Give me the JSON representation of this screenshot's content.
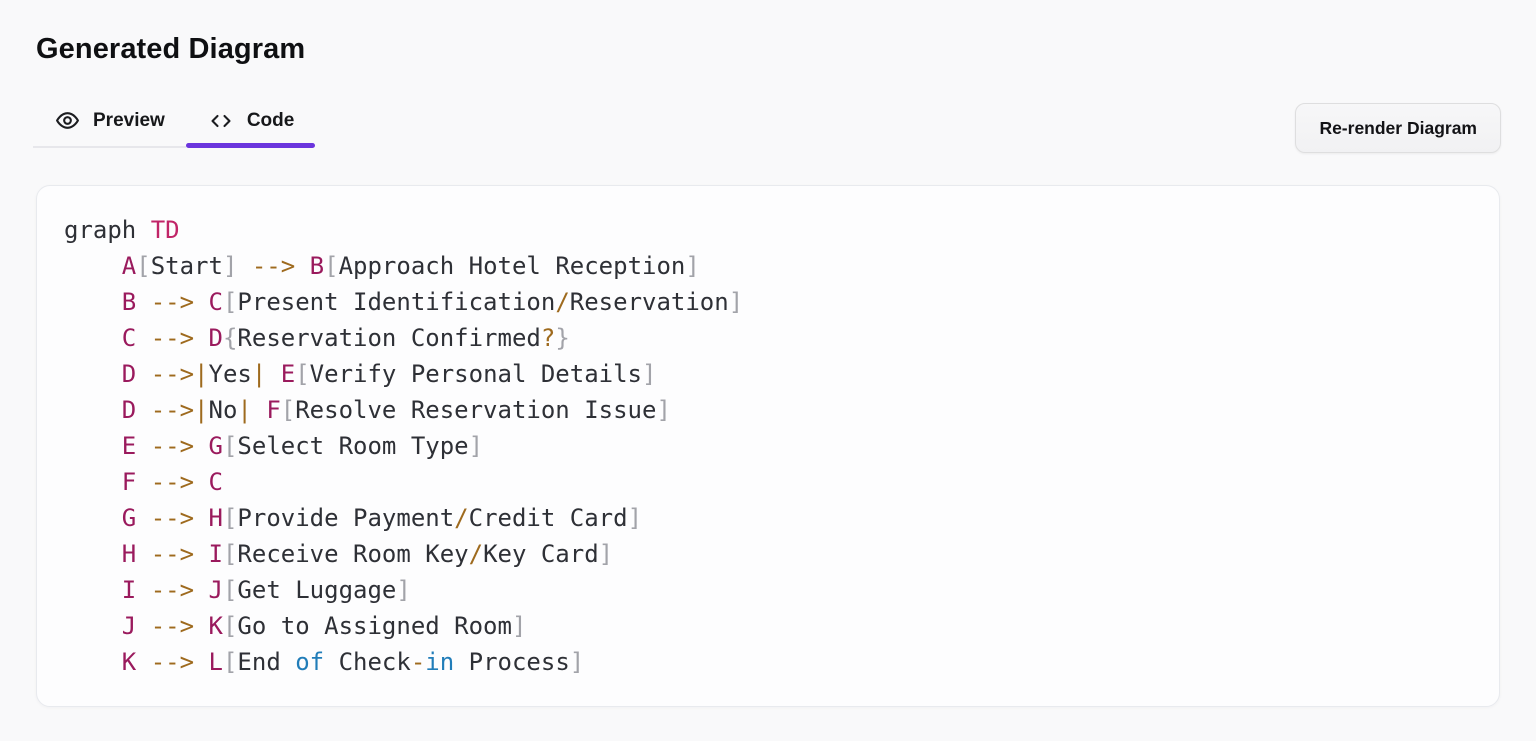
{
  "page": {
    "title": "Generated Diagram"
  },
  "tabs": [
    {
      "id": "preview",
      "label": "Preview",
      "icon": "eye-icon",
      "active": false
    },
    {
      "id": "code",
      "label": "Code",
      "icon": "code-icon",
      "active": true
    }
  ],
  "toolbar": {
    "rerender_label": "Re-render Diagram"
  },
  "colors": {
    "accent": "#6b35dd",
    "page_bg": "#f9f9fa",
    "card_bg": "#fdfdfe",
    "card_border": "#e8eaee",
    "inactive_tab_line": "#e7e7eb"
  },
  "code": {
    "language": "mermaid",
    "token_colors": {
      "d": "#2e3036",
      "k": "#c12568",
      "n": "#9a1a5d",
      "o": "#9e6a1e",
      "p": "#a2a3a9",
      "b": "#217db9"
    },
    "lines": [
      [
        [
          "d",
          "graph "
        ],
        [
          "k",
          "TD"
        ]
      ],
      [
        [
          "d",
          "    "
        ],
        [
          "n",
          "A"
        ],
        [
          "p",
          "["
        ],
        [
          "d",
          "Start"
        ],
        [
          "p",
          "]"
        ],
        [
          "d",
          " "
        ],
        [
          "o",
          "-->"
        ],
        [
          "d",
          " "
        ],
        [
          "n",
          "B"
        ],
        [
          "p",
          "["
        ],
        [
          "d",
          "Approach Hotel Reception"
        ],
        [
          "p",
          "]"
        ]
      ],
      [
        [
          "d",
          "    "
        ],
        [
          "n",
          "B"
        ],
        [
          "d",
          " "
        ],
        [
          "o",
          "-->"
        ],
        [
          "d",
          " "
        ],
        [
          "n",
          "C"
        ],
        [
          "p",
          "["
        ],
        [
          "d",
          "Present Identification"
        ],
        [
          "o",
          "/"
        ],
        [
          "d",
          "Reservation"
        ],
        [
          "p",
          "]"
        ]
      ],
      [
        [
          "d",
          "    "
        ],
        [
          "n",
          "C"
        ],
        [
          "d",
          " "
        ],
        [
          "o",
          "-->"
        ],
        [
          "d",
          " "
        ],
        [
          "n",
          "D"
        ],
        [
          "p",
          "{"
        ],
        [
          "d",
          "Reservation Confirmed"
        ],
        [
          "o",
          "?"
        ],
        [
          "p",
          "}"
        ]
      ],
      [
        [
          "d",
          "    "
        ],
        [
          "n",
          "D"
        ],
        [
          "d",
          " "
        ],
        [
          "o",
          "-->|"
        ],
        [
          "d",
          "Yes"
        ],
        [
          "o",
          "|"
        ],
        [
          "d",
          " "
        ],
        [
          "n",
          "E"
        ],
        [
          "p",
          "["
        ],
        [
          "d",
          "Verify Personal Details"
        ],
        [
          "p",
          "]"
        ]
      ],
      [
        [
          "d",
          "    "
        ],
        [
          "n",
          "D"
        ],
        [
          "d",
          " "
        ],
        [
          "o",
          "-->|"
        ],
        [
          "d",
          "No"
        ],
        [
          "o",
          "|"
        ],
        [
          "d",
          " "
        ],
        [
          "n",
          "F"
        ],
        [
          "p",
          "["
        ],
        [
          "d",
          "Resolve Reservation Issue"
        ],
        [
          "p",
          "]"
        ]
      ],
      [
        [
          "d",
          "    "
        ],
        [
          "n",
          "E"
        ],
        [
          "d",
          " "
        ],
        [
          "o",
          "-->"
        ],
        [
          "d",
          " "
        ],
        [
          "n",
          "G"
        ],
        [
          "p",
          "["
        ],
        [
          "d",
          "Select Room Type"
        ],
        [
          "p",
          "]"
        ]
      ],
      [
        [
          "d",
          "    "
        ],
        [
          "n",
          "F"
        ],
        [
          "d",
          " "
        ],
        [
          "o",
          "-->"
        ],
        [
          "d",
          " "
        ],
        [
          "n",
          "C"
        ]
      ],
      [
        [
          "d",
          "    "
        ],
        [
          "n",
          "G"
        ],
        [
          "d",
          " "
        ],
        [
          "o",
          "-->"
        ],
        [
          "d",
          " "
        ],
        [
          "n",
          "H"
        ],
        [
          "p",
          "["
        ],
        [
          "d",
          "Provide Payment"
        ],
        [
          "o",
          "/"
        ],
        [
          "d",
          "Credit Card"
        ],
        [
          "p",
          "]"
        ]
      ],
      [
        [
          "d",
          "    "
        ],
        [
          "n",
          "H"
        ],
        [
          "d",
          " "
        ],
        [
          "o",
          "-->"
        ],
        [
          "d",
          " "
        ],
        [
          "n",
          "I"
        ],
        [
          "p",
          "["
        ],
        [
          "d",
          "Receive Room Key"
        ],
        [
          "o",
          "/"
        ],
        [
          "d",
          "Key Card"
        ],
        [
          "p",
          "]"
        ]
      ],
      [
        [
          "d",
          "    "
        ],
        [
          "n",
          "I"
        ],
        [
          "d",
          " "
        ],
        [
          "o",
          "-->"
        ],
        [
          "d",
          " "
        ],
        [
          "n",
          "J"
        ],
        [
          "p",
          "["
        ],
        [
          "d",
          "Get Luggage"
        ],
        [
          "p",
          "]"
        ]
      ],
      [
        [
          "d",
          "    "
        ],
        [
          "n",
          "J"
        ],
        [
          "d",
          " "
        ],
        [
          "o",
          "-->"
        ],
        [
          "d",
          " "
        ],
        [
          "n",
          "K"
        ],
        [
          "p",
          "["
        ],
        [
          "d",
          "Go to Assigned Room"
        ],
        [
          "p",
          "]"
        ]
      ],
      [
        [
          "d",
          "    "
        ],
        [
          "n",
          "K"
        ],
        [
          "d",
          " "
        ],
        [
          "o",
          "-->"
        ],
        [
          "d",
          " "
        ],
        [
          "n",
          "L"
        ],
        [
          "p",
          "["
        ],
        [
          "d",
          "End "
        ],
        [
          "b",
          "of"
        ],
        [
          "d",
          " Check"
        ],
        [
          "o",
          "-"
        ],
        [
          "b",
          "in"
        ],
        [
          "d",
          " Process"
        ],
        [
          "p",
          "]"
        ]
      ]
    ]
  }
}
